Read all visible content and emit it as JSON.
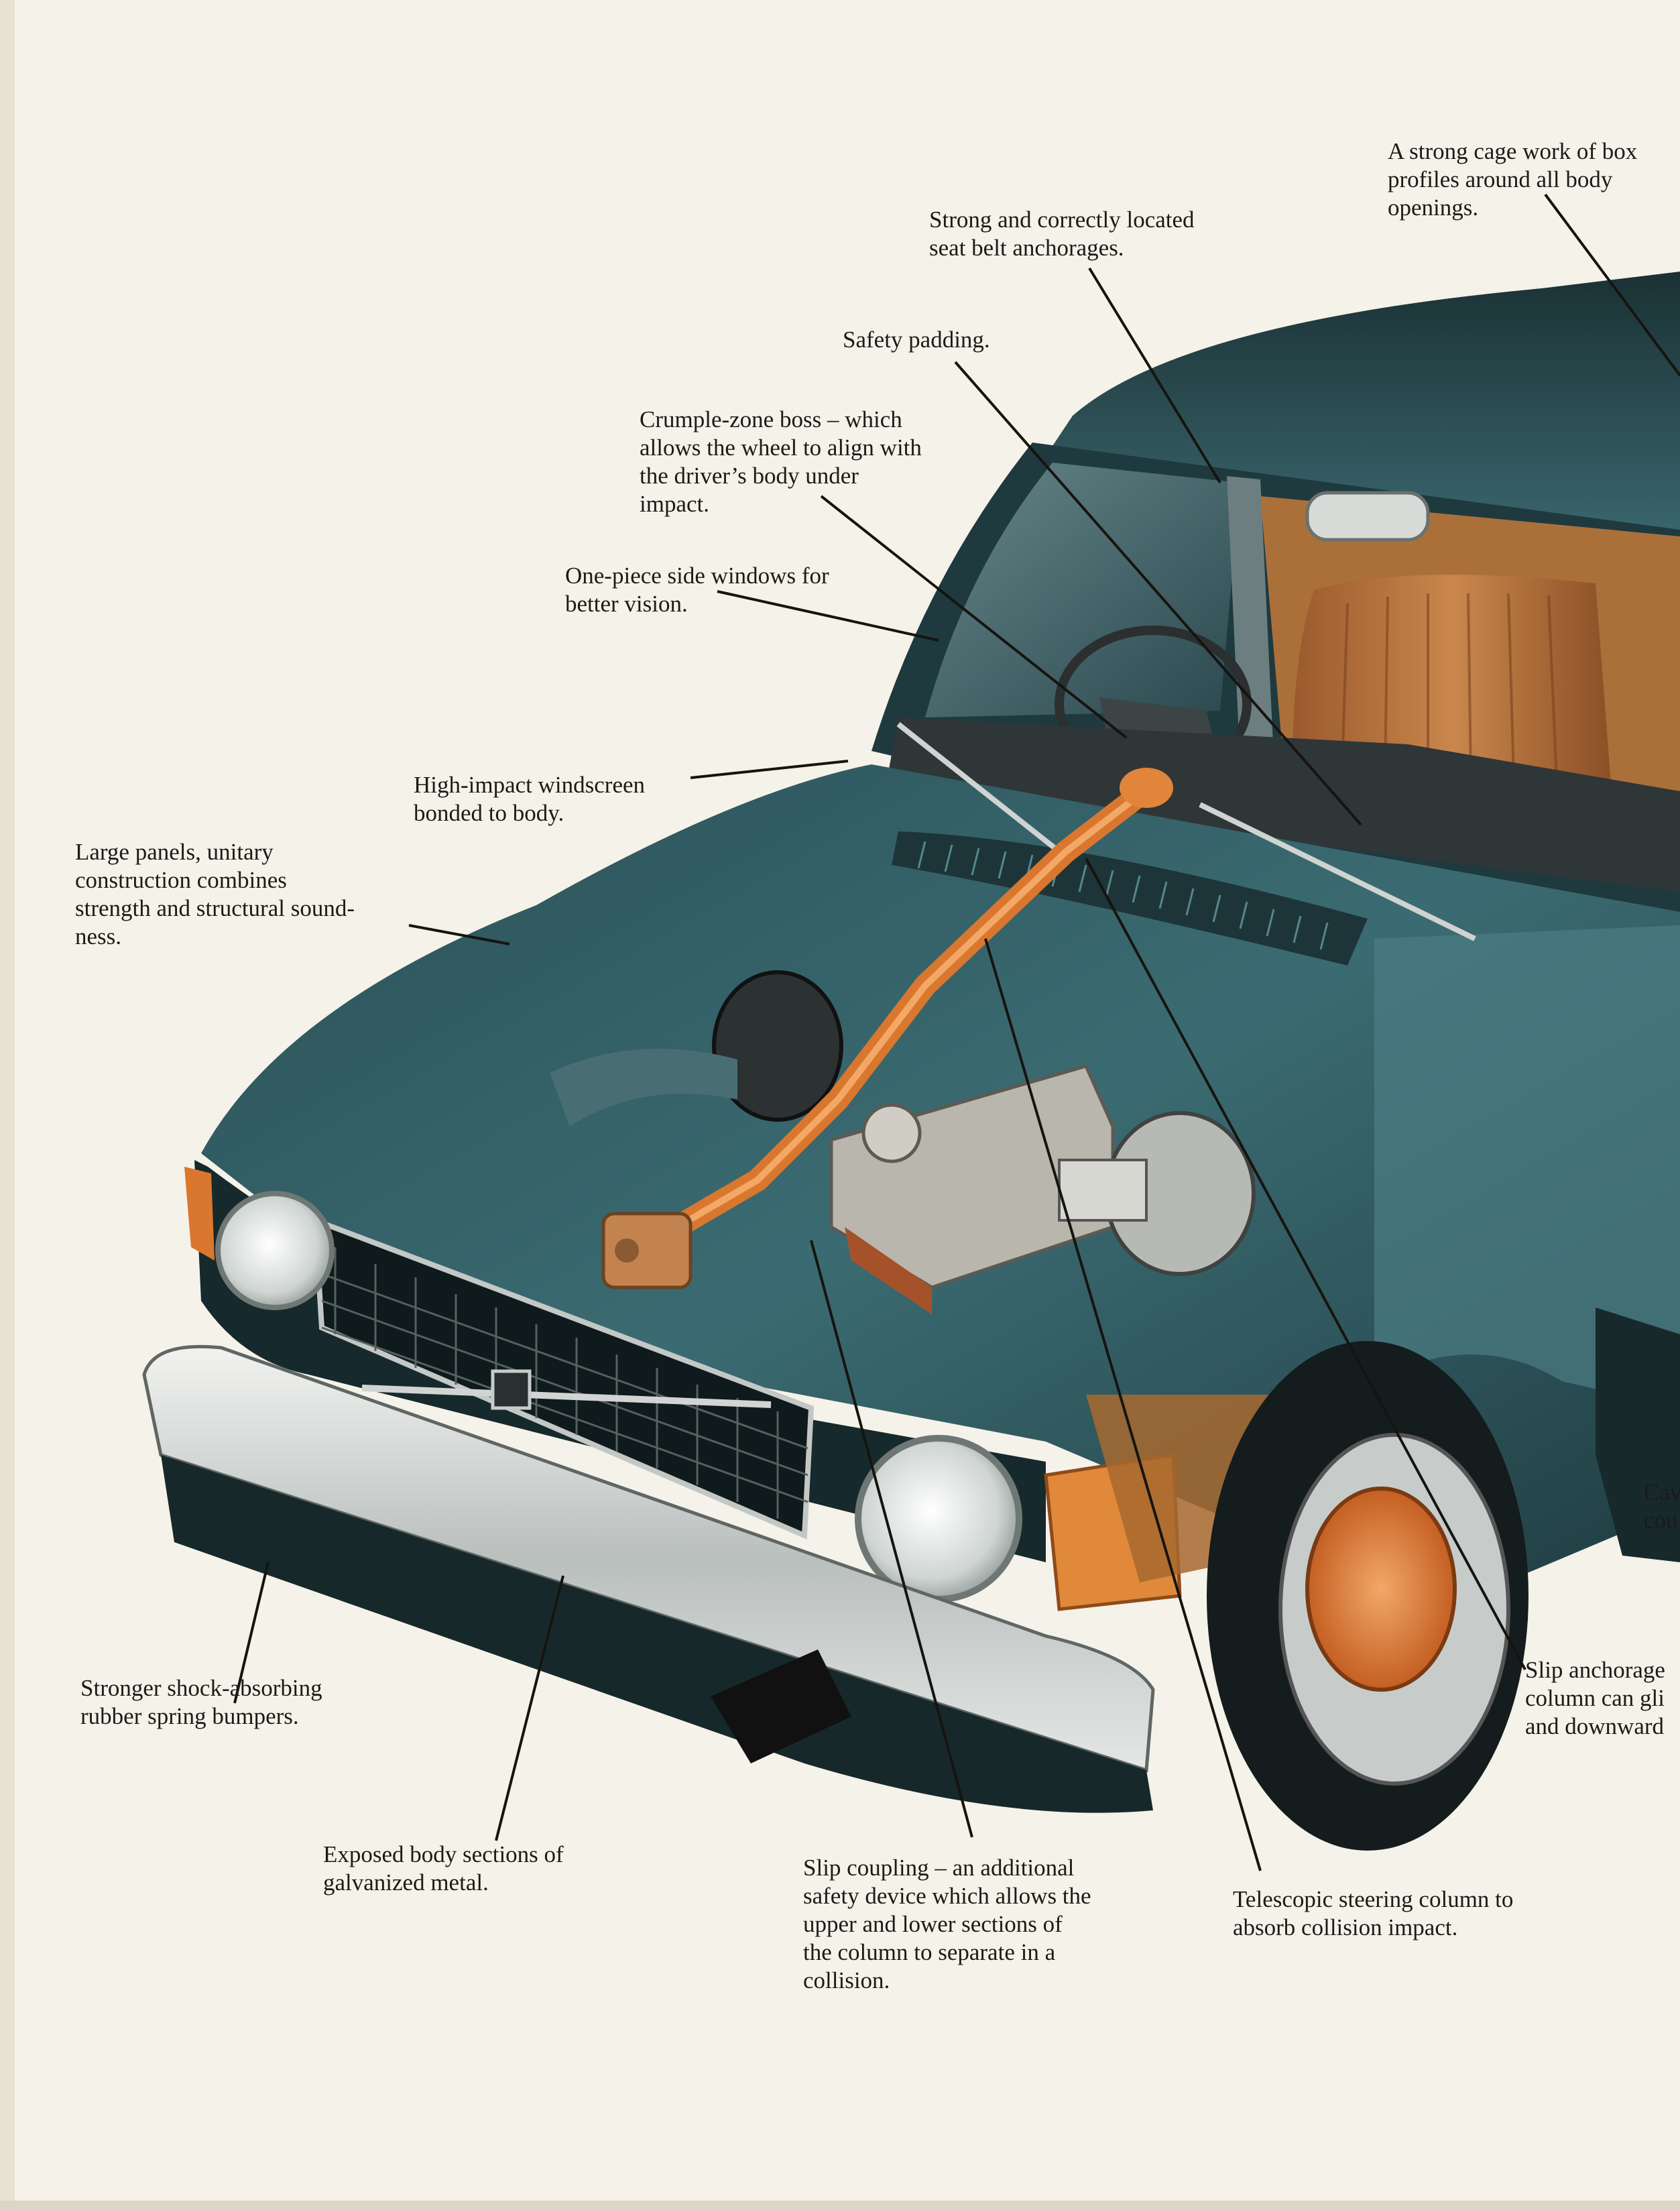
{
  "page": {
    "colors": {
      "paper": "#f5f2e9",
      "car_body": "#2f5b63",
      "car_body_dark": "#1b3538",
      "copper_parts": "#d9772e",
      "upholstery": "#b8703a",
      "chrome": "#d7dbd8"
    }
  },
  "callouts": [
    {
      "id": "cage",
      "text": "A strong cage work of box\nprofiles around all body\nopenings."
    },
    {
      "id": "anchorages",
      "text": "Strong and correctly located\nseat belt anchorages."
    },
    {
      "id": "padding",
      "text": "Safety padding."
    },
    {
      "id": "crumple",
      "text": "Crumple-zone boss – which\nallows the wheel to align with\nthe driver’s body under\nimpact."
    },
    {
      "id": "windows",
      "text": "One-piece side windows for\nbetter vision."
    },
    {
      "id": "windscreen",
      "text": "High-impact windscreen\nbonded to body."
    },
    {
      "id": "panels",
      "text": "Large panels, unitary\nconstruction combines\nstrength and structural sound-\nness."
    },
    {
      "id": "cavity",
      "text": "Cav\ncou"
    },
    {
      "id": "slip-anchorage",
      "text": "Slip anchorage\ncolumn can gli\nand downward"
    },
    {
      "id": "bumpers",
      "text": "Stronger shock-absorbing\nrubber spring bumpers."
    },
    {
      "id": "galvanized",
      "text": "Exposed body sections of\ngalvanized metal."
    },
    {
      "id": "slip-coupling",
      "text": "Slip coupling – an additional\nsafety device which allows the\nupper and lower sections of\nthe column to separate in a\ncollision."
    },
    {
      "id": "telescopic",
      "text": "Telescopic steering column to\nabsorb collision impact."
    }
  ]
}
